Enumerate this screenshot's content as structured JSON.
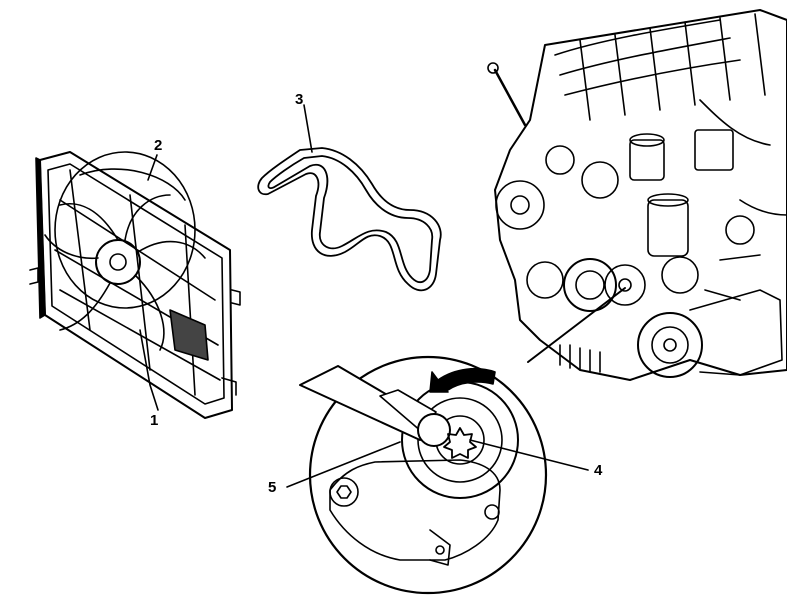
{
  "callouts": {
    "fan_shroud": "1",
    "fan": "2",
    "belt": "3",
    "tensioner_bolt": "4",
    "tensioner_pulley": "5"
  },
  "icons": {
    "rotation_arrow": "rotation-direction-arrow-icon"
  },
  "colors": {
    "ink": "#000000",
    "paper": "#ffffff"
  }
}
